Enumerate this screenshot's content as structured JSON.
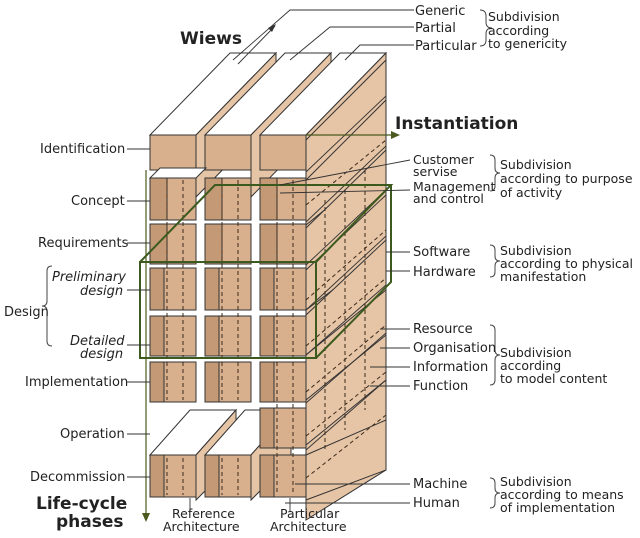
{
  "axes": {
    "views": "Wiews",
    "instantiation": "Instantiation",
    "lifecycle_line1": "Life-cycle",
    "lifecycle_line2": "phases"
  },
  "genericity": {
    "items": [
      "Generic",
      "Partial",
      "Particular"
    ],
    "note": [
      "Subdivision",
      "according",
      "to genericity"
    ]
  },
  "phases": {
    "identification": "Identification",
    "concept": "Concept",
    "requirements": "Requirements",
    "preliminary_1": "Preliminary",
    "preliminary_2": "design",
    "design": "Design",
    "detailed_1": "Detailed",
    "detailed_2": "design",
    "implementation": "Implementation",
    "operation": "Operation",
    "decommission": "Decommission"
  },
  "purpose": {
    "customer_1": "Customer",
    "customer_2": "servise",
    "management_1": "Management",
    "management_2": "and control",
    "note": [
      "Subdivision",
      "according to purpose",
      "of activity"
    ]
  },
  "manifestation": {
    "software": "Software",
    "hardware": "Hardware",
    "note": [
      "Subdivision",
      "according to physical",
      "manifestation"
    ]
  },
  "model_content": {
    "resource": "Resource",
    "organisation": "Organisation",
    "information": "Information",
    "function": "Function",
    "note": [
      "Subdivision",
      "according",
      "to model content"
    ]
  },
  "means": {
    "machine": "Machine",
    "human": "Human",
    "note": [
      "Subdivision",
      "according to means",
      "of implementation"
    ]
  },
  "bottom": {
    "reference_1": "Reference",
    "reference_2": "Architecture",
    "particular_1": "Particular",
    "particular_2": "Architecture"
  },
  "colors": {
    "block_front": "#d9b08e",
    "block_side": "#e6c4a6",
    "block_dark": "#c49a76",
    "frame_green": "#3d5a1e"
  }
}
